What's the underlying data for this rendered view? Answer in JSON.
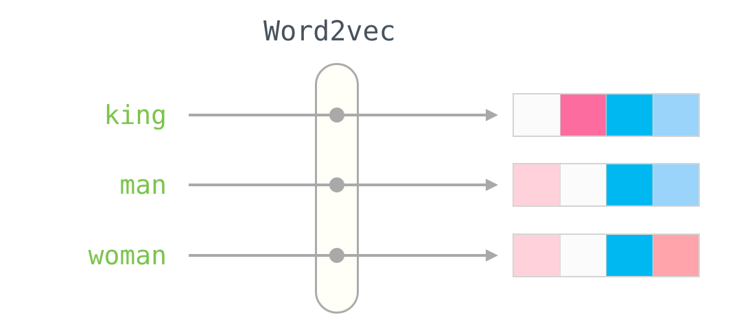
{
  "title": "Word2vec",
  "rows": [
    {
      "word": "king",
      "cells": [
        "#FBFBFB",
        "#FC6C9F",
        "#00B8F1",
        "#9AD4FB"
      ]
    },
    {
      "word": "man",
      "cells": [
        "#FFD2DB",
        "#FBFBFB",
        "#00B8F1",
        "#9AD4FB"
      ]
    },
    {
      "word": "woman",
      "cells": [
        "#FFD2DB",
        "#FBFBFB",
        "#00B8F1",
        "#FFA4AA"
      ]
    }
  ],
  "colors": {
    "word_green": "#7CC44D",
    "title_dark": "#47525D",
    "arrow_gray": "#A9A9A9",
    "capsule_border": "#ABABAB",
    "capsule_fill": "#FFFEF7",
    "cell_border": "#D4D4D4"
  }
}
